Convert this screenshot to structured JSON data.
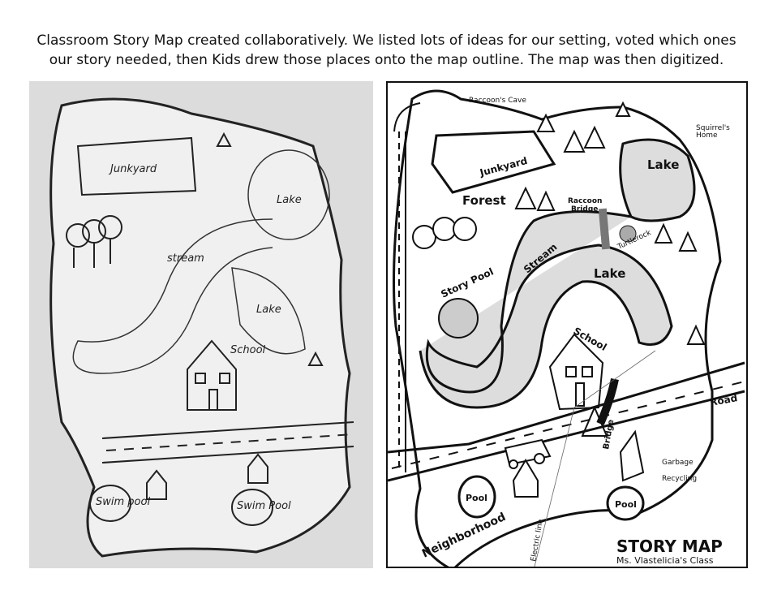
{
  "caption": {
    "line1": "Classroom Story Map created collaboratively. We listed lots of ideas for our setting, voted which ones",
    "line2": "our story needed, then Kids drew those places onto the map outline. The map was then digitized."
  },
  "hand_drawn_map": {
    "labels": {
      "junkyard": "Junkyard",
      "lake_top": "Lake",
      "stream": "stream",
      "lake_bottom": "Lake",
      "school": "School",
      "pool_left": "Swim pool",
      "pool_right": "Swim Pool"
    }
  },
  "digital_map": {
    "labels": {
      "raccoons_cave": "Raccoon's Cave",
      "squirrels_home_1": "Squirrel's",
      "squirrels_home_2": "Home",
      "junkyard": "Junkyard",
      "forest": "Forest",
      "raccoon_bridge_1": "Raccoon",
      "raccoon_bridge_2": "Bridge",
      "lake_top": "Lake",
      "turtlerock": "Turtlerock",
      "stream": "Stream",
      "lake_bottom": "Lake",
      "story_pool": "Story Pool",
      "school": "School",
      "road": "Road",
      "bridge": "Bridge",
      "garbage": "Garbage",
      "recycling": "Recycling",
      "pool_left": "Pool",
      "pool_right": "Pool",
      "neighborhood": "Neighborhood",
      "electric_line": "Electric line"
    },
    "title": "STORY MAP",
    "subtitle": "Ms. Vlastelicia's Class"
  }
}
